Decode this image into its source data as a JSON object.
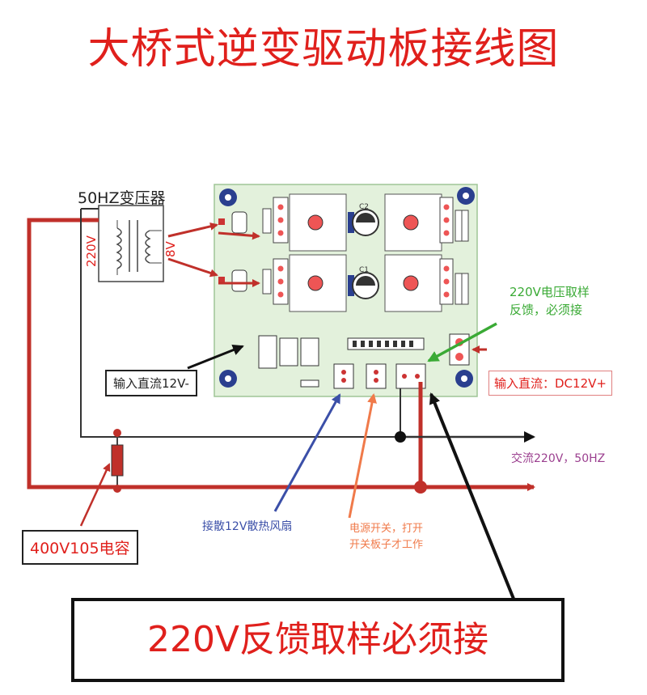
{
  "title": "大桥式逆变驱动板接线图",
  "transformer": {
    "label": "50HZ变压器",
    "primary": "220V",
    "secondary": "8V"
  },
  "labels": {
    "dc_minus": "输入直流12V-",
    "dc_plus": "输入直流：DC12V+",
    "feedback_note_line1": "220V电压取样",
    "feedback_note_line2": "反馈，必须接",
    "ac_out": "交流220V，50HZ",
    "fan": "接散12V散热风扇",
    "switch_line1": "电源开关，打开",
    "switch_line2": "开关板子才工作",
    "capacitor": "400V105电容",
    "big_note": "220V反馈取样必须接"
  },
  "board": {
    "c2": "C2",
    "c1": "C1"
  },
  "colors": {
    "red": "#e0201c",
    "wire": "#c0302a",
    "green": "#3aaa35",
    "blue": "#3b4fa8",
    "orange": "#f07a4a",
    "purple": "#9b3f8f",
    "board": "#dff0d8"
  }
}
